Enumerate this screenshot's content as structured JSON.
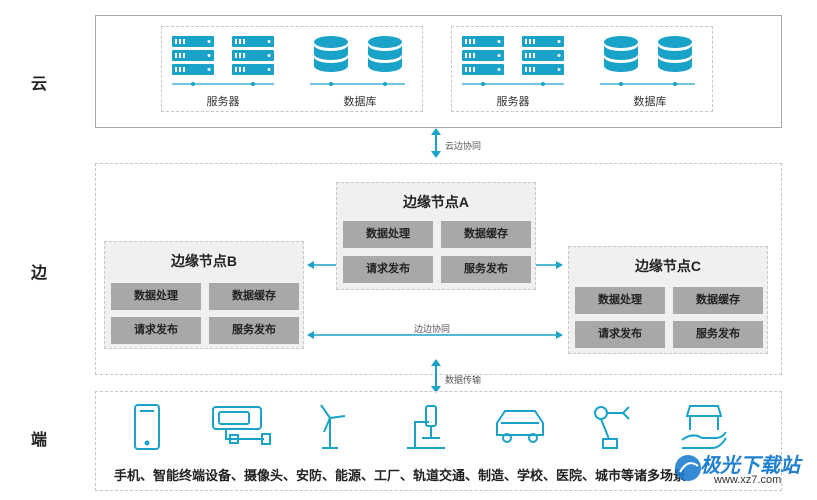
{
  "layers": {
    "cloud": "云",
    "edge": "边",
    "end": "端"
  },
  "cloud": {
    "clusters": [
      {
        "server_label": "服务器",
        "db_label": "数据库"
      },
      {
        "server_label": "服务器",
        "db_label": "数据库"
      }
    ]
  },
  "flows": {
    "cloud_edge": "云边协同",
    "edge_edge": "边边协同",
    "data_transfer": "数据传输"
  },
  "edge_nodes": {
    "a": {
      "title": "边缘节点A",
      "cells": [
        "数据处理",
        "数据缓存",
        "请求发布",
        "服务发布"
      ]
    },
    "b": {
      "title": "边缘节点B",
      "cells": [
        "数据处理",
        "数据缓存",
        "请求发布",
        "服务发布"
      ]
    },
    "c": {
      "title": "边缘节点C",
      "cells": [
        "数据处理",
        "数据缓存",
        "请求发布",
        "服务发布"
      ]
    }
  },
  "end": {
    "devices_text": "手机、智能终端设备、摄像头、安防、能源、工厂、轨道交通、制造、学校、医院、城市等诸多场景",
    "device_icons": [
      "phone-icon",
      "camera-icon",
      "wind-turbine-icon",
      "microscope-icon",
      "car-icon",
      "robot-arm-icon",
      "shop-icon"
    ]
  },
  "colors": {
    "accent": "#1aa3c8",
    "cell": "#a8a8a8",
    "node_bg": "#f0f0f0",
    "border": "#c6c6c6"
  },
  "watermark": {
    "brand": "极光下载站",
    "url": "www.xz7.com"
  }
}
